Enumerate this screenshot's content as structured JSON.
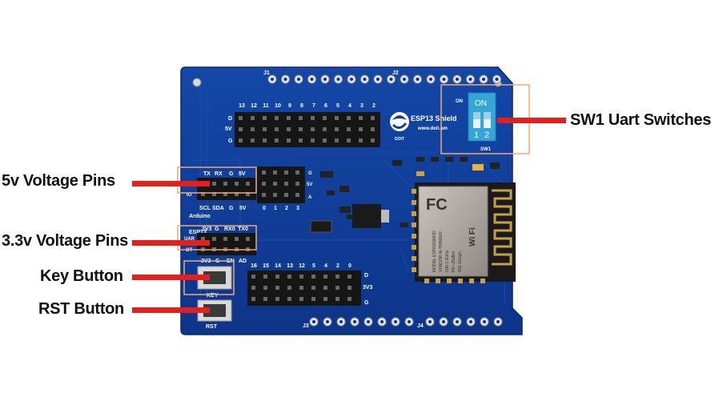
{
  "callouts": {
    "sw1": "SW1 Uart Switches",
    "v5": "5v Voltage Pins",
    "v33": "3.3v Voltage Pins",
    "key": "Key Button",
    "rst": "RST Button"
  },
  "board": {
    "j1": "J1",
    "j2": "J2",
    "j3": "J3",
    "j4": "J4",
    "top_header_numbers": [
      "13",
      "12",
      "11",
      "10",
      "9",
      "8",
      "7",
      "6",
      "5",
      "4",
      "3",
      "2"
    ],
    "row_d": "D",
    "row_5v": "5V",
    "row_g": "G",
    "shield_name": "ESP13 Shield",
    "website": "www.doit.am",
    "logo_text": "DOIT",
    "switch_on": "ON",
    "switch_on_side": "ON",
    "switch_1": "1",
    "switch_2": "2",
    "switch_label": "SW1",
    "uart_tx": "TX",
    "uart_rx": "RX",
    "uart_g": "G",
    "uart_5v": "5V",
    "uart_side": "IO",
    "i2c_scl": "SCL",
    "i2c_sda": "SDA",
    "i2c_g": "G",
    "i2c_5v": "5V",
    "analog_nums": [
      "0",
      "1",
      "2",
      "3"
    ],
    "analog_g": "G",
    "analog_5v": "5V",
    "analog_a": "A",
    "arduino": "Arduino",
    "esp13": "ESP13",
    "p33_3v3": "3V3",
    "p33_g": "G",
    "p33_rx": "RX0",
    "p33_tx": "TX0",
    "p33_side1": "UAR",
    "p33_side2": "OT",
    "bottom_3v3": "3V3",
    "bottom_g": "G",
    "bottom_en": "EN",
    "bottom_ad": "AD",
    "key_label": "KEY",
    "rst_label": "RST",
    "bottom_header_numbers": [
      "16",
      "15",
      "14",
      "13",
      "12",
      "5",
      "4",
      "2",
      "0"
    ],
    "bot_d": "D",
    "bot_3v3": "3V3",
    "bot_g": "G",
    "module_model": "MODEL ESP8266MOD",
    "module_vendor": "VENDOR AI-THINKER",
    "module_ism": "ISM 2.4GHz",
    "module_pa": "PA +25dBm",
    "module_proto": "802.11b/g/n",
    "module_fc": "FC",
    "module_wifi": "Wi Fi"
  },
  "colors": {
    "pcb": "#0f3f9a",
    "pcb_dark": "#0a2f78",
    "header": "#1a1a1a",
    "callout_line": "#e3201b",
    "highlight_box": "#f0a878",
    "dip_switch": "#36a6d8",
    "module_shield": "#b0aca4",
    "antenna": "#c9a04a"
  }
}
